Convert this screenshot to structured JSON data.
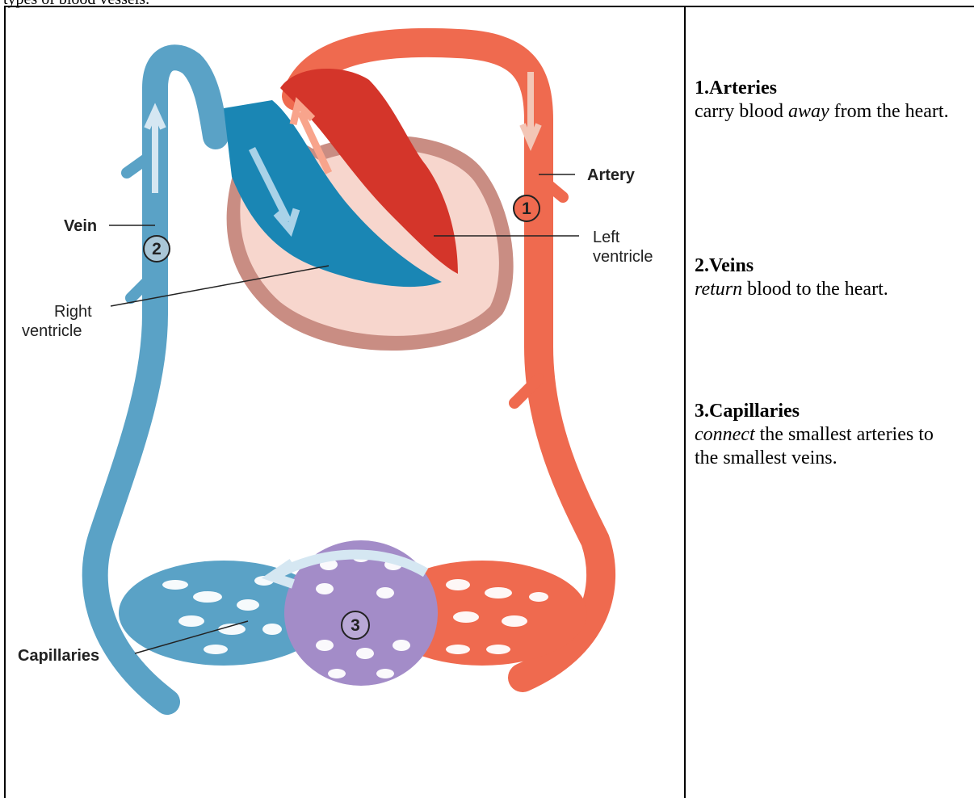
{
  "header": {
    "text": "types of blood vessels."
  },
  "diagram": {
    "labels": {
      "vein": "Vein",
      "artery": "Artery",
      "left_ventricle_1": "Left",
      "left_ventricle_2": "ventricle",
      "right_ventricle_1": "Right",
      "right_ventricle_2": "ventricle",
      "capillaries": "Capillaries"
    },
    "markers": {
      "one": "1",
      "two": "2",
      "three": "3"
    },
    "colors": {
      "artery": "#ef6a4f",
      "artery_light": "#f8a48c",
      "vein": "#5aa2c6",
      "vein_light": "#a9d2e8",
      "heart_chamber_red": "#d4352a",
      "heart_chamber_blue": "#1a86b4",
      "heart_wall": "#c98d83",
      "heart_wall_light": "#f7d6cd",
      "capillary_purple": "#a38cc8",
      "arrow": "#f3c6b6",
      "arrow_blue": "#d5e7f2"
    }
  },
  "items": [
    {
      "title": "1.Arteries",
      "pre": "carry blood ",
      "emph": "away",
      "post": " from the heart."
    },
    {
      "title": "2.Veins",
      "pre": " ",
      "emph": "return",
      "post": " blood to the heart."
    },
    {
      "title": "3.Capillaries",
      "pre": "",
      "emph": "connect",
      "post": " the smallest arteries to the smallest veins."
    }
  ]
}
